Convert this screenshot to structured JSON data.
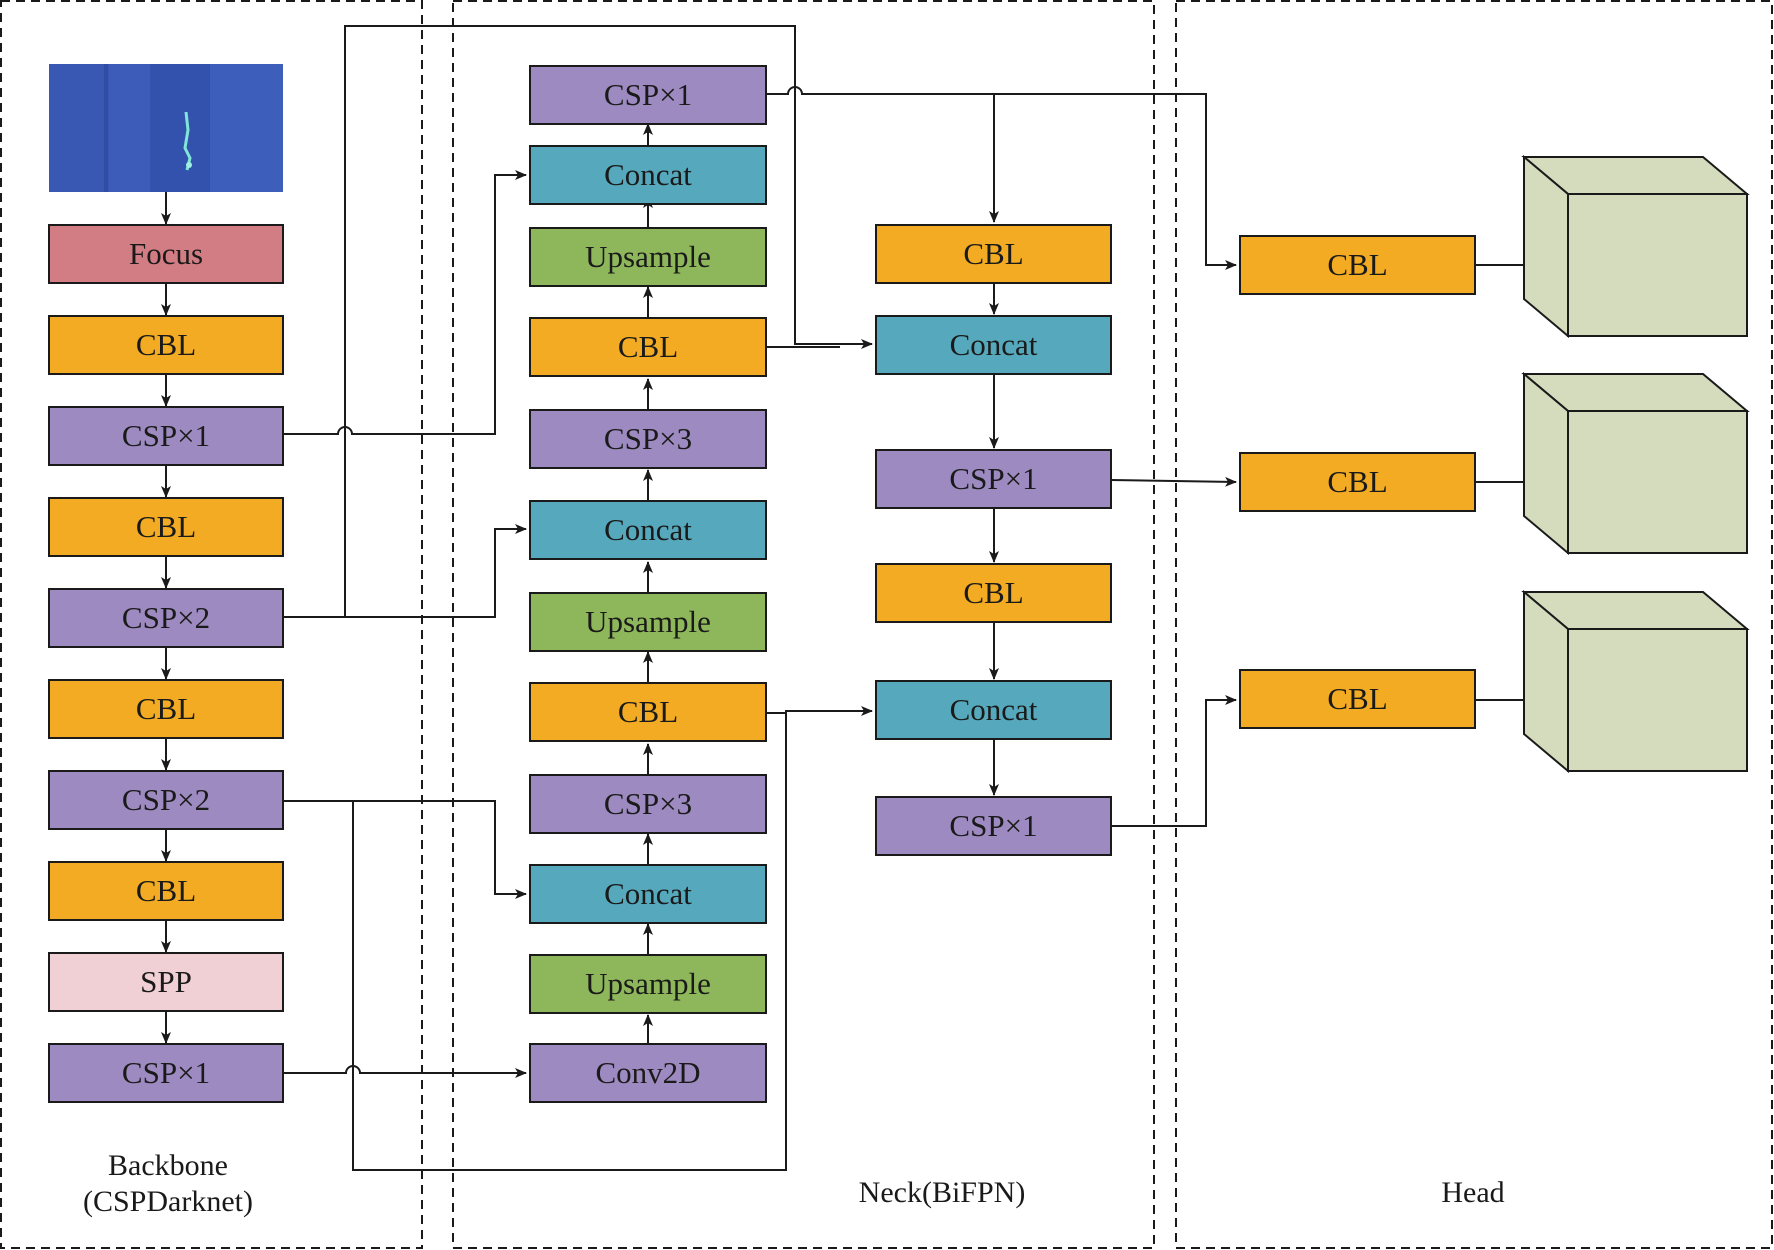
{
  "colors": {
    "focus": "#d27d83",
    "cbl": "#f2ab23",
    "csp": "#9d8ac0",
    "concat": "#56a9bc",
    "upsample": "#8db75a",
    "spp": "#f0d0d4",
    "conv2d": "#9d8ac0",
    "head_cube_face": "#d4dcbd",
    "input_image": "#3d5bb8",
    "line": "#1a1a1a"
  },
  "sections": {
    "backbone": [
      "Backbone",
      "(CSPDarknet)"
    ],
    "neck": "Neck(BiFPN)",
    "head": "Head"
  },
  "backbone_blocks": [
    "Focus",
    "CBL",
    "CSP×1",
    "CBL",
    "CSP×2",
    "CBL",
    "CSP×2",
    "CBL",
    "SPP",
    "CSP×1"
  ],
  "neck_left_blocks": [
    "CSP×1",
    "Concat",
    "Upsample",
    "CBL",
    "CSP×3",
    "Concat",
    "Upsample",
    "CBL",
    "CSP×3",
    "Concat",
    "Upsample",
    "Conv2D"
  ],
  "neck_right_blocks": [
    "CBL",
    "Concat",
    "CSP×1",
    "CBL",
    "Concat",
    "CSP×1"
  ],
  "head_blocks": [
    "CBL",
    "CBL",
    "CBL"
  ]
}
